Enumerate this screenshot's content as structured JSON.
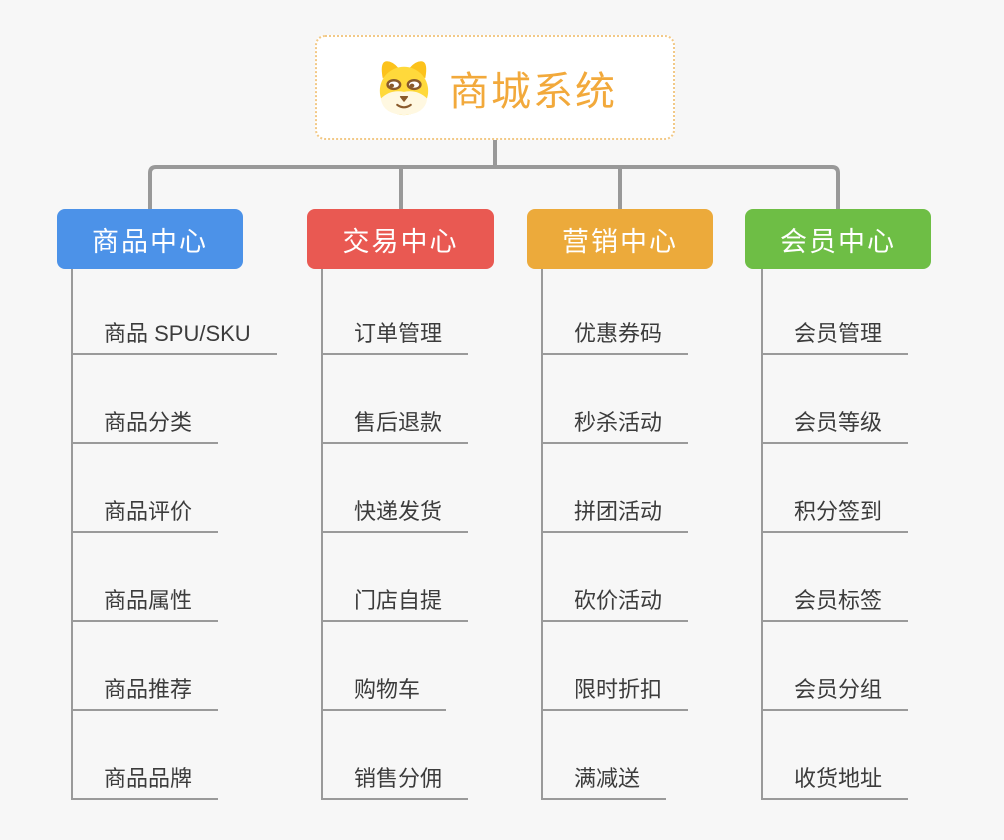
{
  "root": {
    "title": "商城系统",
    "icon": "dog-icon",
    "accent_color": "#F2A93B",
    "border_color": "#F2C987"
  },
  "branches": [
    {
      "label": "商品中心",
      "color": "#4C92E8",
      "items": [
        "商品 SPU/SKU",
        "商品分类",
        "商品评价",
        "商品属性",
        "商品推荐",
        "商品品牌"
      ]
    },
    {
      "label": "交易中心",
      "color": "#E95952",
      "items": [
        "订单管理",
        "售后退款",
        "快递发货",
        "门店自提",
        "购物车",
        "销售分佣"
      ]
    },
    {
      "label": "营销中心",
      "color": "#ECAA3B",
      "items": [
        "优惠券码",
        "秒杀活动",
        "拼团活动",
        "砍价活动",
        "限时折扣",
        "满减送"
      ]
    },
    {
      "label": "会员中心",
      "color": "#6EBE45",
      "items": [
        "会员管理",
        "会员等级",
        "积分签到",
        "会员标签",
        "会员分组",
        "收货地址"
      ]
    }
  ],
  "connector_color": "#999999",
  "background_color": "#F7F7F7",
  "text_color": "#3C3C3C"
}
